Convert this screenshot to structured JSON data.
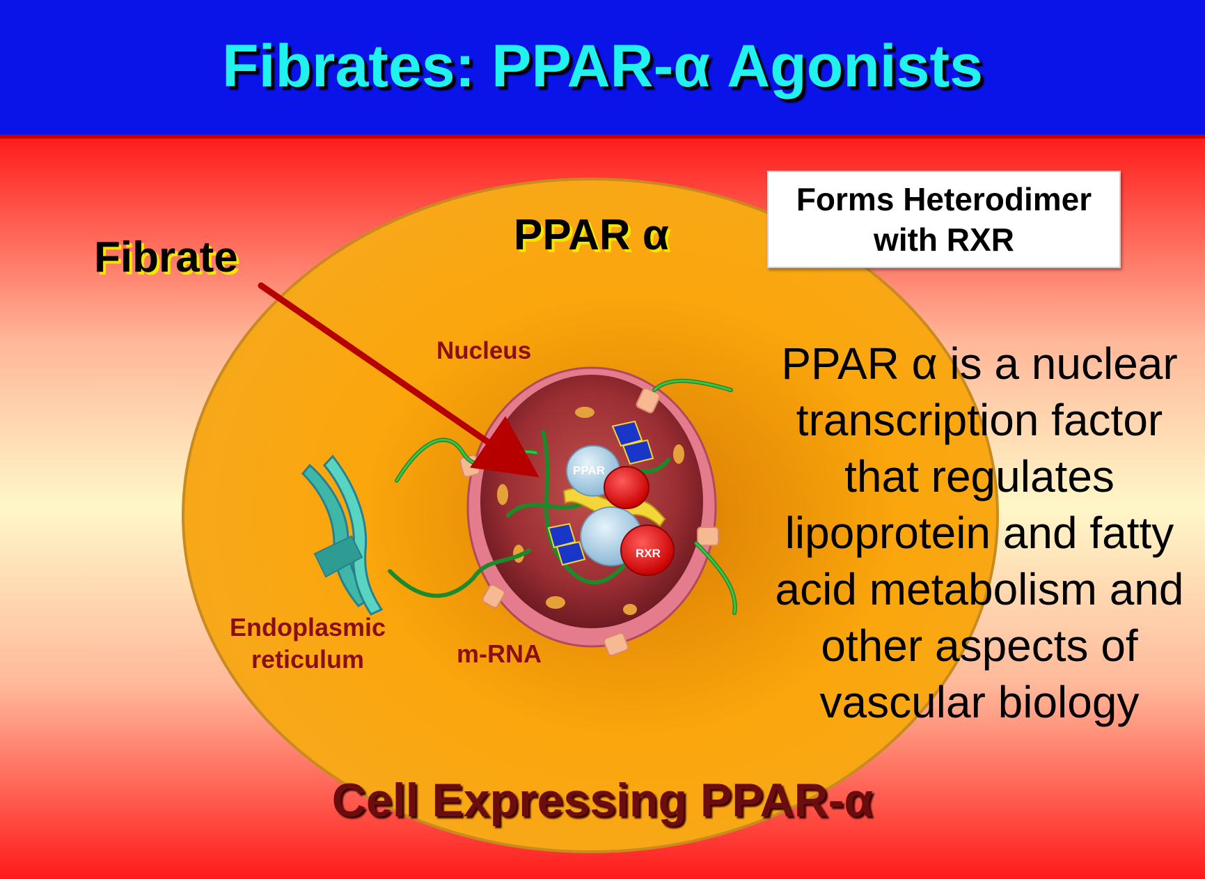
{
  "slide": {
    "title": "Fibrates: PPAR-α Agonists"
  },
  "diagram": {
    "fibrate_label": "Fibrate",
    "ppar_label": "PPAR α",
    "nucleus_label": "Nucleus",
    "er_label": "Endoplasmic reticulum",
    "mrna_label": "m-RNA",
    "cell_label": "Cell Expressing PPAR-α",
    "protein_ppar_label": "PPAR",
    "protein_rxr_label": "RXR"
  },
  "callout": {
    "heterodimer": "Forms Heterodimer with RXR"
  },
  "description": "PPAR α is a nuclear transcription factor that regulates lipoprotein and fatty acid metabolism and other aspects of vascular biology",
  "colors": {
    "title_bar": "#0a14e8",
    "title_text": "#22f2ef",
    "cell": "#fba60c",
    "label_dark_red": "#8a0e12",
    "arrow": "#b60000"
  }
}
